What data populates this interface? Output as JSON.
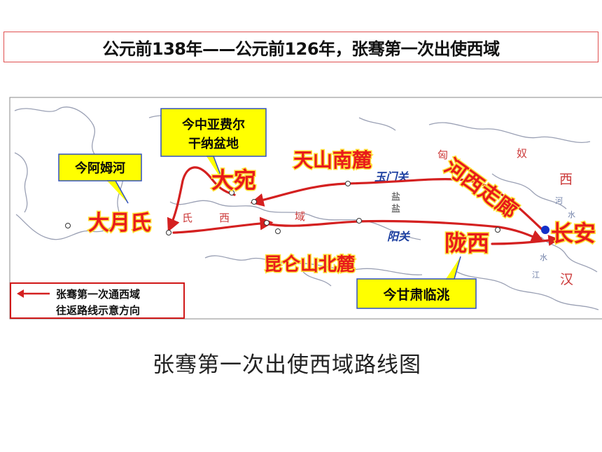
{
  "title": "公元前138年——公元前126年，张骞第一次出使西域",
  "caption": "张骞第一次出使西域路线图",
  "legend": {
    "line1": "张骞第一次通西域",
    "line2": "往返路线示意方向"
  },
  "callouts": {
    "fergana": "今中亚费尔\n干纳盆地",
    "amu": "今阿姆河",
    "gansu": "今甘肃临洮"
  },
  "places": {
    "dayuan": "大宛",
    "dayuezhi": "大月氏",
    "tianshan": "天山南麓",
    "hexi": "河西走廊",
    "changan": "长安",
    "longxi": "陇西",
    "kunlun": "昆仑山北麓"
  },
  "map_labels": {
    "yumenguan": "玉门关",
    "yangguan": "阳关",
    "xiong": "匈",
    "nu": "奴",
    "xi_region": "西",
    "yu_region": "域",
    "shi": "氏",
    "han_xi": "西",
    "han": "汉",
    "he": "河",
    "shui1": "水",
    "shui2": "水",
    "jiang": "江",
    "lake1": "盐",
    "lake2": "盐"
  },
  "colors": {
    "route": "#d42020",
    "callout_fill": "#ffff00",
    "callout_border": "#3050c0",
    "place_text": "#e81b1b",
    "map_text": "#cc3a3a",
    "pass_text": "#1c3fa0",
    "coast": "#9aa0b4",
    "changan_dot": "#1430c8"
  }
}
